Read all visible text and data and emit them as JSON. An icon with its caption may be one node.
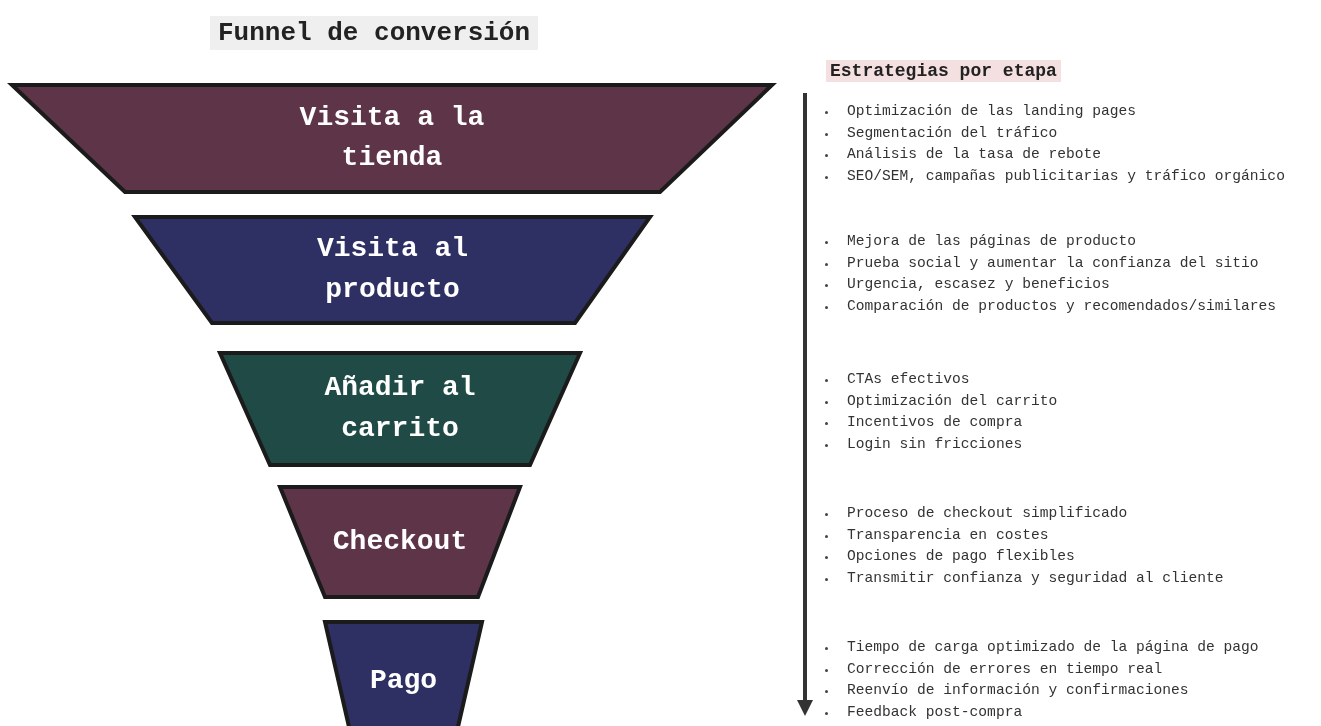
{
  "diagram": {
    "title": "Funnel de conversión",
    "nodes": [
      {
        "text": [
          "Visita a la tienda"
        ],
        "beside": [
          "Optimización de las landing pages",
          "Segmentación del tráfico",
          "Análisis de la tasa de rebote",
          "SEO/SEM, campañas publicitarias y tráfico orgánico"
        ]
      },
      {
        "text": [
          "Visita al producto"
        ],
        "beside": [
          "Mejora de las páginas de producto",
          "Prueba social y aumentar la confianza del sitio",
          "Urgencia, escasez y beneficios",
          "Comparación de productos y recomendados/similares"
        ]
      },
      {
        "text": [
          "Añadir al carrito"
        ],
        "beside": [
          "CTAs efectivos",
          "Optimización del carrito",
          "Incentivos de compra",
          "Login sin fricciones"
        ]
      },
      {
        "text": [
          "Checkout"
        ],
        "beside": [
          "Proceso de checkout simplificado",
          "Transparencia en costes",
          "Opciones de pago flexibles",
          "Transmitir confianza y seguridad al cliente"
        ]
      },
      {
        "text": [
          "Pago"
        ],
        "beside": [
          "Tiempo de carga optimizado de la página de pago",
          "Corrección de errores en tiempo real",
          "Reenvío de información y confirmaciones",
          "Feedback post-compra"
        ]
      }
    ],
    "labels": [
      "Estrategias por etapa"
    ]
  }
}
